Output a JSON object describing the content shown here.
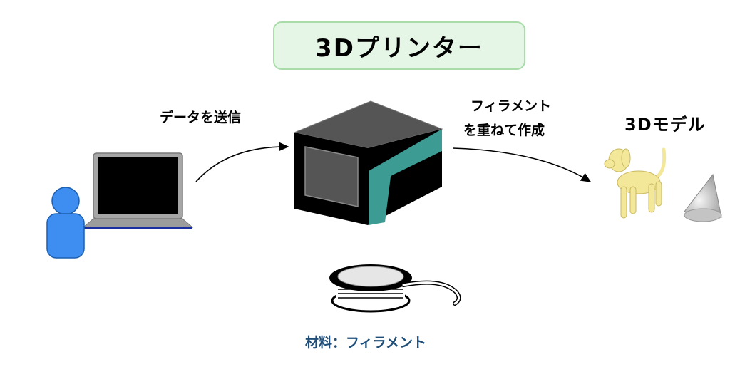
{
  "title": "3Dプリンター",
  "labels": {
    "send_data": "データを送信",
    "filament_line1": "フィラメント",
    "filament_line2": "を重ねて作成",
    "model": "3Dモデル",
    "material": "材料：フィラメント"
  },
  "icons": [
    "person-icon",
    "laptop-icon",
    "printer-icon",
    "dog-model-icon",
    "cone-model-icon",
    "filament-spool-icon"
  ],
  "colors": {
    "title_bg": "#e6f6e6",
    "title_border": "#a9dca9",
    "person": "#3d8ef0",
    "printer_accent": "#3c9c93",
    "model": "#f3e79a",
    "material_text": "#1f4e79"
  }
}
